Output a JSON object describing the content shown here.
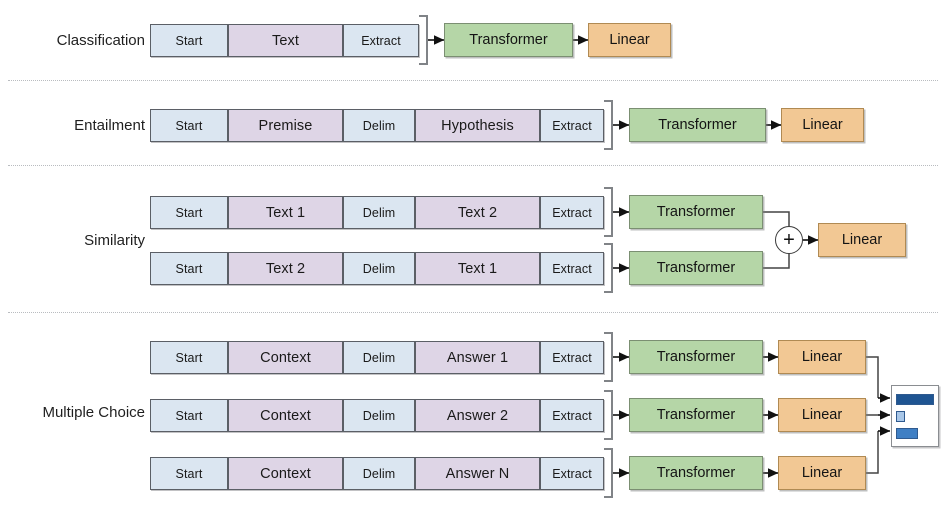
{
  "figure": {
    "type": "diagram",
    "title": "Task-specific input transformations for fine-tuning a transformer",
    "background": "#ffffff",
    "separator_color": "#b9bcc0"
  },
  "palette": {
    "token_blue": "#dbe6f1",
    "token_purple": "#ded5e6",
    "transformer_green": "#b5d6a7",
    "linear_orange": "#f2c894",
    "bar_dark_blue": "#1f5592",
    "bar_mid_blue": "#3f7fc4",
    "bar_light_blue": "#a9c7e8",
    "stroke": "#5b5f66"
  },
  "labels": {
    "classification": "Classification",
    "entailment": "Entailment",
    "similarity": "Similarity",
    "multiple_choice": "Multiple Choice"
  },
  "module_labels": {
    "transformer": "Transformer",
    "linear": "Linear",
    "plus": "+"
  },
  "rows": {
    "classification": {
      "label": "Classification",
      "sequences": [
        {
          "tokens": [
            "Start",
            "Text",
            "Extract"
          ]
        }
      ],
      "modules": [
        "Transformer",
        "Linear"
      ]
    },
    "entailment": {
      "label": "Entailment",
      "sequences": [
        {
          "tokens": [
            "Start",
            "Premise",
            "Delim",
            "Hypothesis",
            "Extract"
          ]
        }
      ],
      "modules": [
        "Transformer",
        "Linear"
      ]
    },
    "similarity": {
      "label": "Similarity",
      "sequences": [
        {
          "tokens": [
            "Start",
            "Text 1",
            "Delim",
            "Text 2",
            "Extract"
          ]
        },
        {
          "tokens": [
            "Start",
            "Text 2",
            "Delim",
            "Text 1",
            "Extract"
          ]
        }
      ],
      "modules": [
        "Transformer",
        "Transformer",
        "+",
        "Linear"
      ]
    },
    "multiple_choice": {
      "label": "Multiple Choice",
      "sequences": [
        {
          "tokens": [
            "Start",
            "Context",
            "Delim",
            "Answer 1",
            "Extract"
          ]
        },
        {
          "tokens": [
            "Start",
            "Context",
            "Delim",
            "Answer 2",
            "Extract"
          ]
        },
        {
          "tokens": [
            "Start",
            "Context",
            "Delim",
            "Answer N",
            "Extract"
          ]
        }
      ],
      "modules": [
        "Transformer",
        "Linear",
        "Transformer",
        "Linear",
        "Transformer",
        "Linear"
      ],
      "output_chart": {
        "type": "bar",
        "orientation": "horizontal",
        "values": [
          0.78,
          0.12,
          0.42
        ],
        "colors": [
          "#1f5592",
          "#a9c7e8",
          "#3f7fc4"
        ]
      }
    }
  },
  "tokens": {
    "start": "Start",
    "text": "Text",
    "extract": "Extract",
    "premise": "Premise",
    "delim": "Delim",
    "hypothesis": "Hypothesis",
    "text1": "Text 1",
    "text2": "Text 2",
    "context": "Context",
    "answer1": "Answer 1",
    "answer2": "Answer 2",
    "answerN": "Answer N"
  }
}
